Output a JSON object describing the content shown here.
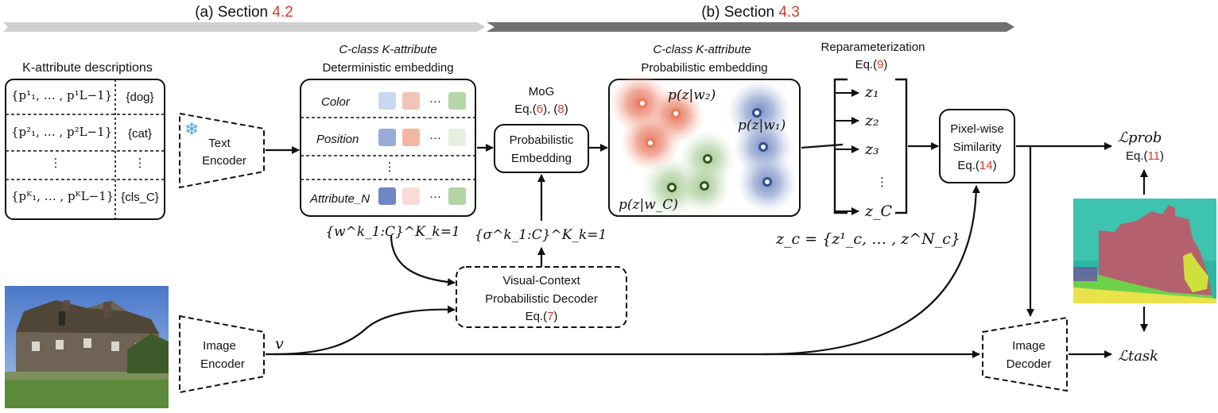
{
  "header": {
    "section_a_prefix": "(a) Section ",
    "section_a_num": "4.2",
    "section_b_prefix": "(b) Section ",
    "section_b_num": "4.3"
  },
  "descriptions": {
    "title": "K-attribute descriptions",
    "rows": [
      {
        "left": "{p¹₁, … , p¹L−1}",
        "right": "{dog}"
      },
      {
        "left": "{p²₁, … , p²L−1}",
        "right": "{cat}"
      },
      {
        "left": "⋮",
        "right": "⋮"
      },
      {
        "left": "{pᴷ₁, … , pᴷL−1}",
        "right": "{cls_C}"
      }
    ]
  },
  "text_encoder": {
    "line1": "Text",
    "line2": "Encoder",
    "icon": "snowflake-icon"
  },
  "deterministic": {
    "title1": "C-class K-attribute",
    "title2": "Deterministic embedding",
    "rows": [
      {
        "label": "Color",
        "colors": [
          "#c9d8ee",
          "#f2c4b8",
          "#b7d6a8"
        ]
      },
      {
        "label": "Position",
        "colors": [
          "#98acd8",
          "#f2b6a3",
          "#e5f0de"
        ]
      },
      {
        "label": "⋮",
        "colors": []
      },
      {
        "label": "Attribute_N",
        "colors": [
          "#6e86c6",
          "#f6dcd5",
          "#b3d4a3"
        ]
      }
    ],
    "ellipsis": "···",
    "weights": "{w^k_1:C}^K_k=1"
  },
  "mog": {
    "title": "MoG",
    "eq_prefix": "Eq.(",
    "eq1": "6",
    "eq_mid": "), (",
    "eq2": "8",
    "eq_suffix": ")"
  },
  "prob_embedding": {
    "line1": "Probabilistic",
    "line2": "Embedding"
  },
  "sigma": "{σ^k_1:C}^K_k=1",
  "vc_decoder": {
    "line1": "Visual-Context",
    "line2": "Probabilistic Decoder",
    "eq_prefix": "Eq.(",
    "eq": "7",
    "eq_suffix": ")"
  },
  "probabilistic": {
    "title1": "C-class K-attribute",
    "title2": "Probabilistic embedding",
    "labels": [
      "p(z|w₂)",
      "p(z|w₁)",
      "p(z|w_C)"
    ]
  },
  "reparam": {
    "title": "Reparameterization",
    "eq_prefix": "Eq.(",
    "eq": "9",
    "eq_suffix": ")",
    "items": [
      "z₁",
      "z₂",
      "z₃",
      "⋮",
      "z_C"
    ],
    "set": "z_c = {z¹_c, … , z^N_c}"
  },
  "pixel_sim": {
    "line1": "Pixel-wise",
    "line2": "Similarity",
    "eq_prefix": "Eq.(",
    "eq": "14",
    "eq_suffix": ")"
  },
  "loss_prob": {
    "name": "ℒprob",
    "eq_prefix": "Eq.(",
    "eq": "11",
    "eq_suffix": ")"
  },
  "loss_task": {
    "name": "ℒtask"
  },
  "image_encoder": {
    "line1": "Image",
    "line2": "Encoder"
  },
  "image_decoder": {
    "line1": "Image",
    "line2": "Decoder"
  },
  "v_label": "v",
  "colors": {
    "red": "#d23b2a",
    "header_a": "#cfcfcf",
    "header_b": "#6f6f6f"
  }
}
